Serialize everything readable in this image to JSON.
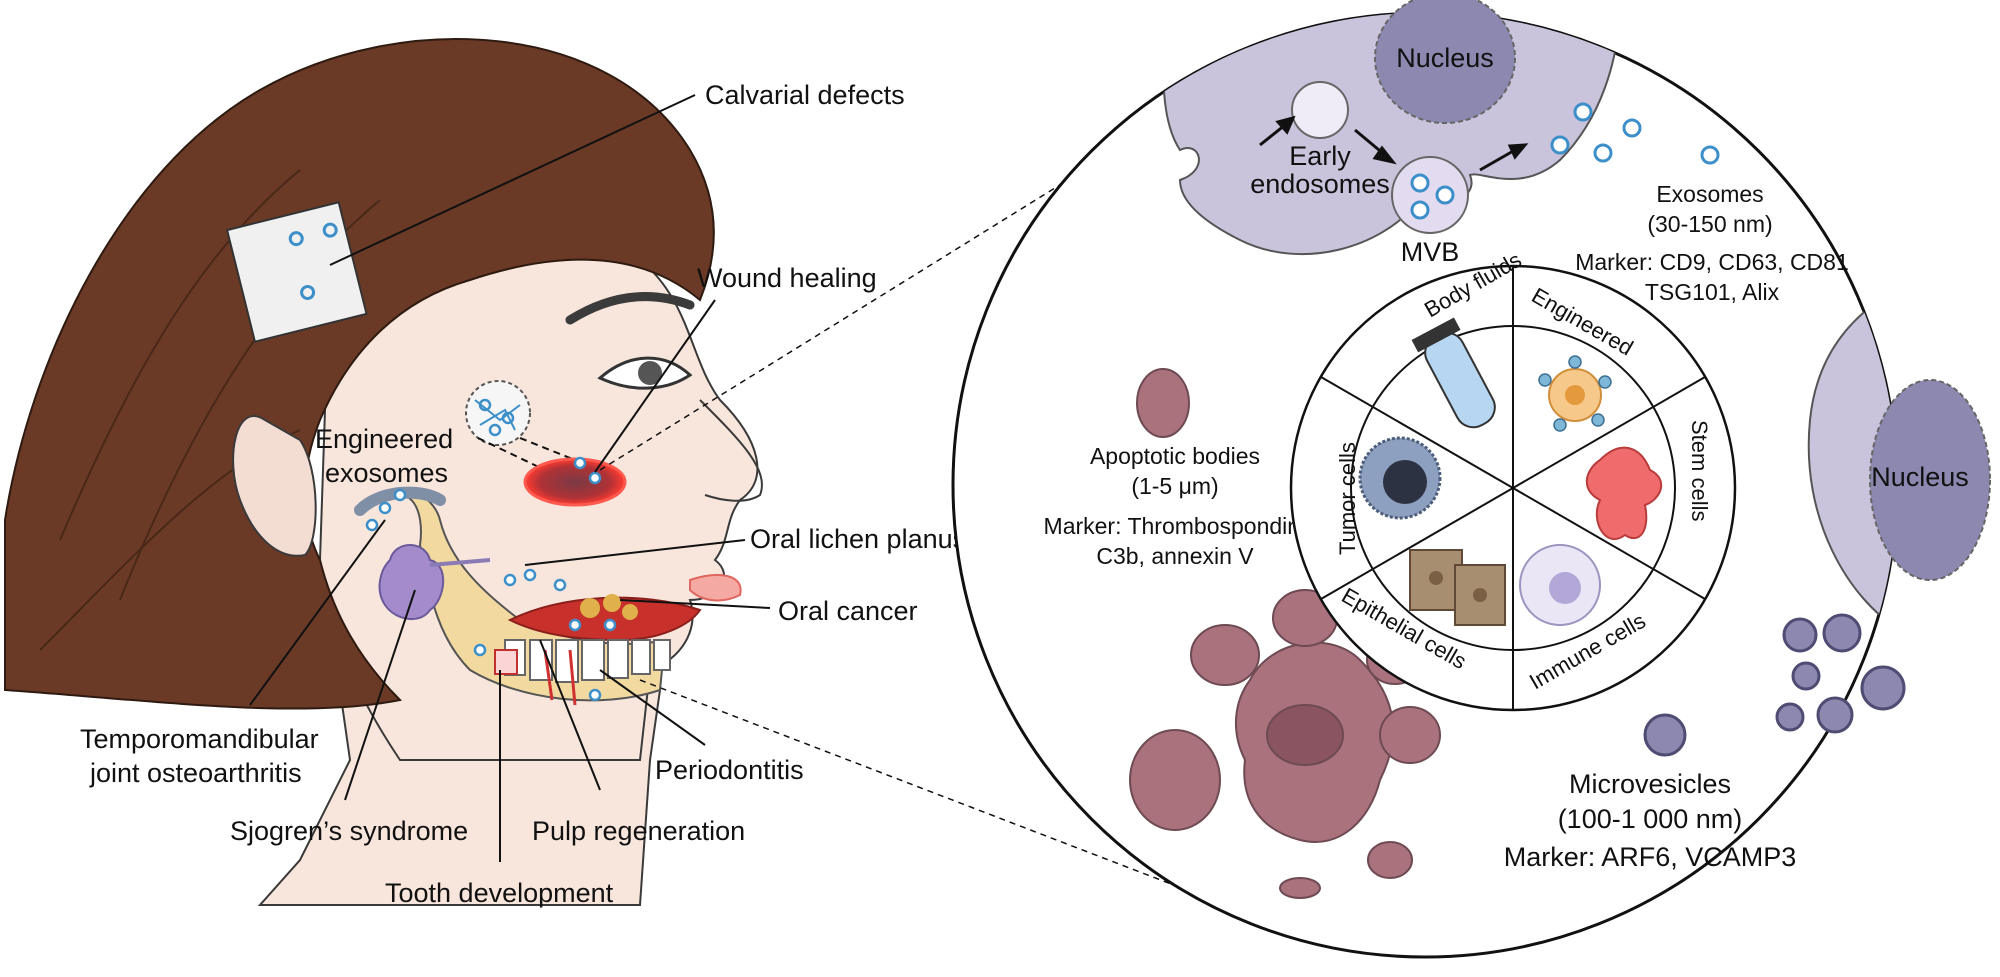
{
  "head_labels": {
    "calvarial": "Calvarial defects",
    "wound": "Wound healing",
    "engineered_1": "Engineered",
    "engineered_2": "exosomes",
    "lichen": "Oral lichen planus",
    "cancer": "Oral cancer",
    "tmj_1": "Temporomandibular",
    "tmj_2": "joint osteoarthritis",
    "sjogren": "Sjogren’s syndrome",
    "pulp": "Pulp regeneration",
    "perio": "Periodontitis",
    "tooth": "Tooth development"
  },
  "cell_labels": {
    "nucleus_top": "Nucleus",
    "nucleus_right": "Nucleus",
    "early_1": "Early",
    "early_2": "endosomes",
    "mvb": "MVB"
  },
  "exosomes": {
    "title": "Exosomes",
    "size": "(30-150 nm)",
    "marker_1": "Marker: CD9, CD63, CD81",
    "marker_2": "TSG101, Alix"
  },
  "apoptotic": {
    "title": "Apoptotic bodies",
    "size": "(1-5 μm)",
    "marker_1": "Marker: Thrombospondin,",
    "marker_2": "C3b, annexin V"
  },
  "microvesicles": {
    "title": "Microvesicles",
    "size": "(100-1 000 nm)",
    "marker": "Marker: ARF6, VCAMP3"
  },
  "wheel": {
    "body_fluids": "Body fluids",
    "engineered": "Engineered",
    "stem_cells": "Stem cells",
    "immune_cells": "Immune cells",
    "epithelial_cells": "Epithelial cells",
    "tumor_cells": "Tumor cells"
  },
  "colors": {
    "hair": "#6b3a26",
    "skin": "#f8e6dc",
    "cell_membrane": "#c9c3dc",
    "nucleus": "#8c88b0",
    "apoptotic": "#a9727c",
    "lesion": "#d8332f",
    "vesicle_ring": "#3d8fc9"
  }
}
